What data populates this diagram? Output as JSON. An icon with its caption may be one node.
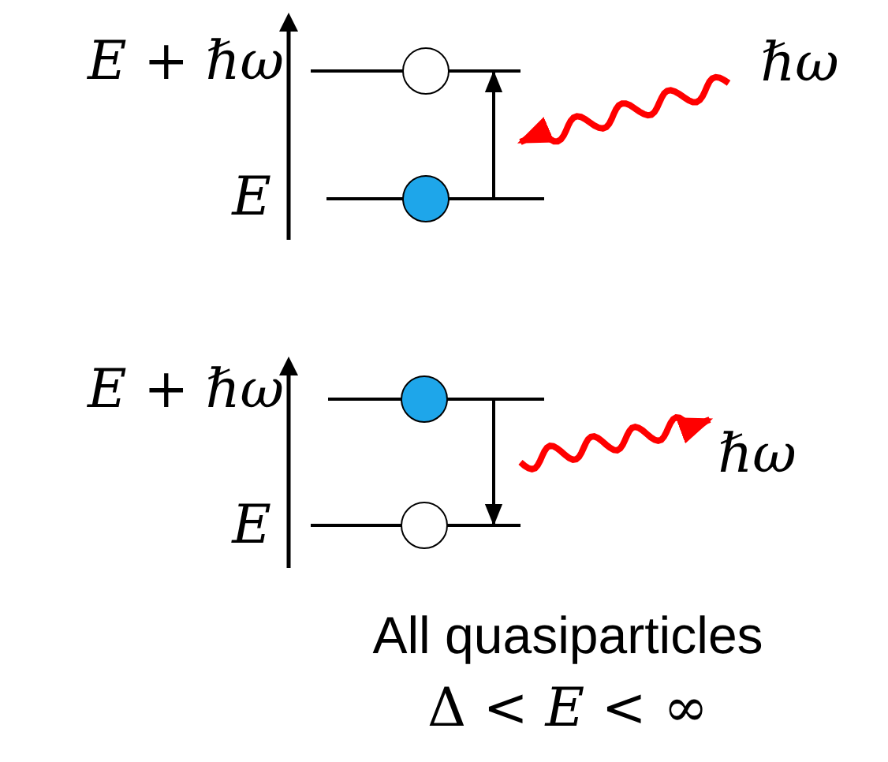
{
  "diagram": {
    "nodes": [
      {
        "text": [],
        "shape": "bar"
      },
      {
        "text": [],
        "shape": "circle"
      },
      {
        "text": [
          "ℏω"
        ]
      },
      {
        "text": [],
        "shape": "bar"
      },
      {
        "text": [],
        "shape": "circle"
      },
      {
        "text": [],
        "shape": "bar"
      },
      {
        "text": [],
        "shape": "circle"
      },
      {
        "text": [],
        "shape": "bar"
      },
      {
        "text": [],
        "shape": "circle"
      },
      {
        "text": [
          "ℏω"
        ]
      }
    ],
    "edges": [
      {
        "from": 3,
        "to": 0,
        "arrow": "to"
      },
      {
        "from": 2,
        "to": null,
        "arrow": "to",
        "style": "thick",
        "color": "#ff0000"
      },
      {
        "from": 5,
        "to": 7,
        "arrow": "to"
      },
      {
        "from": null,
        "to": 9,
        "arrow": "to",
        "style": "thick",
        "color": "#ff0000"
      }
    ],
    "labels": [
      "*E* + *ℏω*",
      "E",
      "*E* + *ℏω*",
      "E",
      "All quasiparticles",
      "Δ < *E* < ∞"
    ]
  }
}
